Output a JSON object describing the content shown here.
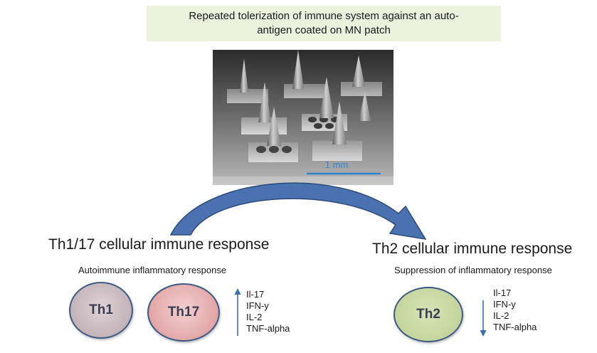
{
  "caption": {
    "line1": "Repeated tolerization of immune system against an auto-",
    "line2": "antigen coated on MN patch"
  },
  "image": {
    "scale_bar_label": "1 mm",
    "scale_bar_color": "#2f86d4"
  },
  "left": {
    "heading": "Th1/17 cellular immune response",
    "subheading": "Autoimmune inflammatory response",
    "cells": [
      {
        "label": "Th1",
        "color": "#c9bcc0"
      },
      {
        "label": "Th17",
        "color": "#e2a8a9"
      }
    ],
    "trend": "up",
    "cytokines": [
      "Il-17",
      "IFN-y",
      "IL-2",
      "TNF-alpha"
    ]
  },
  "right": {
    "heading": "Th2 cellular immune response",
    "subheading": "Suppression of inflammatory response",
    "cells": [
      {
        "label": "Th2",
        "color": "#c3d69b"
      }
    ],
    "trend": "down",
    "cytokines": [
      "Il-17",
      "IFN-y",
      "IL-2",
      "TNF-alpha"
    ]
  },
  "colors": {
    "arrow": "#4a72b0",
    "arrow_outline": "#2c4a7c",
    "cell_border": "#3d5a86"
  }
}
